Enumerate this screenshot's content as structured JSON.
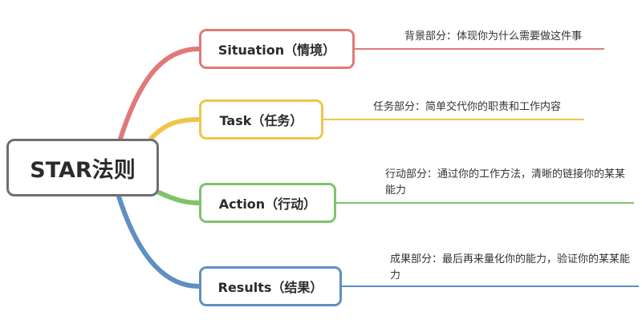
{
  "root": {
    "label": "STAR法则"
  },
  "branches": [
    {
      "key": "situation",
      "label": "Situation（情境）",
      "description": "背景部分：体现你为什么需要做这件事",
      "color": "#e07a78"
    },
    {
      "key": "task",
      "label": "Task（任务）",
      "description": "任务部分：简单交代你的职责和工作内容",
      "color": "#efc54d"
    },
    {
      "key": "action",
      "label": "Action（行动）",
      "description": "行动部分：通过你的工作方法，清晰的链接你的某某能力",
      "color": "#7fc36a"
    },
    {
      "key": "results",
      "label": "Results（结果）",
      "description": "成果部分：最后再来量化你的能力，验证你的某某能力",
      "color": "#5f8fc3"
    }
  ]
}
